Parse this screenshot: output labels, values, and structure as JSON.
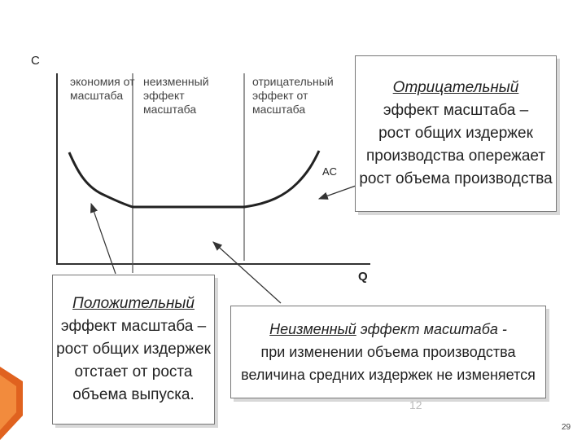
{
  "axis": {
    "y_label": "C",
    "x_label": "Q"
  },
  "zones": [
    {
      "label": "экономия от\nмасштаба"
    },
    {
      "label": "неизменный\nэффект\nмасштаба"
    },
    {
      "label": "отрицательный\nэффект от\nмасштаба"
    }
  ],
  "curve_label": "AC",
  "boxes": {
    "negative": {
      "title": "Отрицательный",
      "lines": [
        "эффект масштаба –",
        "рост общих издержек",
        "производства опережает",
        "рост объема производства"
      ]
    },
    "positive": {
      "title": "Положительный",
      "lines": [
        "эффект масштаба –",
        "рост общих издержек",
        "отстает от роста",
        "объема выпуска."
      ]
    },
    "constant": {
      "title_em": "Неизменный",
      "title_rest": " эффект масштаба -",
      "lines": [
        "при изменении объема производства",
        "величина средних издержек не изменяется"
      ]
    }
  },
  "faint_number": "12",
  "page_number": "29",
  "colors": {
    "accent": "#d9541b",
    "accent_light": "#f08a3c"
  }
}
